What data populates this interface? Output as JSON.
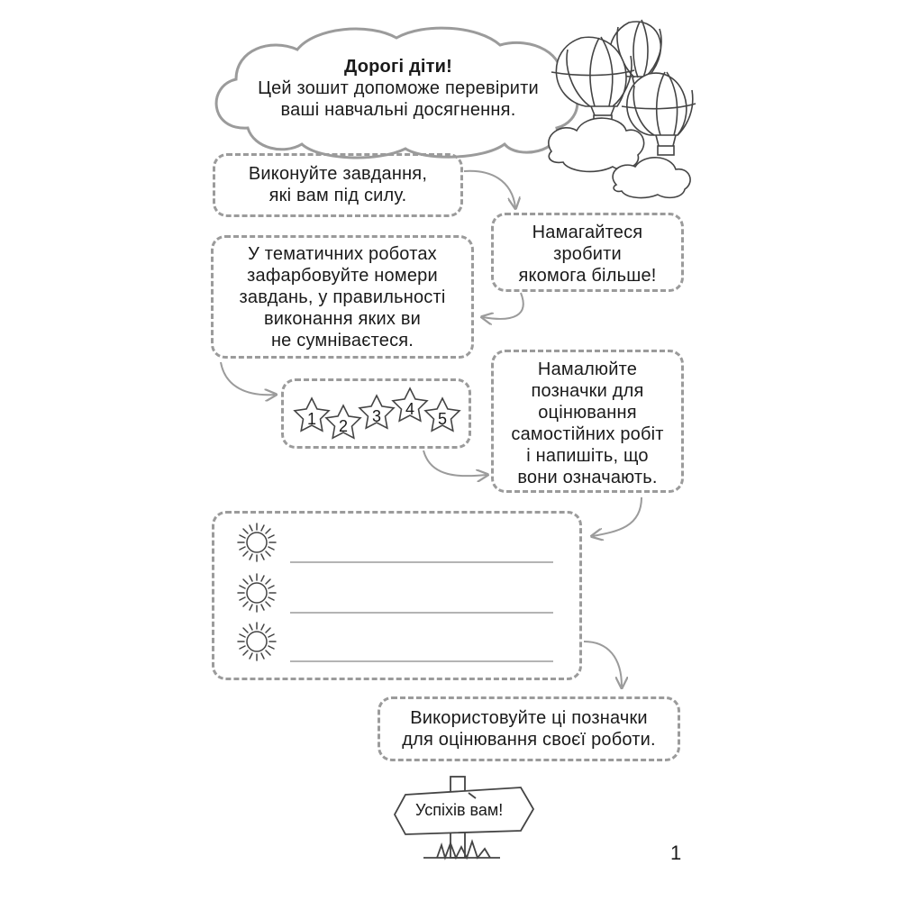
{
  "cloud": {
    "title": "Дорогі діти!",
    "lines": [
      "Цей зошит допоможе перевірити",
      "ваші навчальні досягнення."
    ]
  },
  "box1": {
    "lines": [
      "Виконуйте завдання,",
      "які вам під силу."
    ]
  },
  "box2": {
    "lines": [
      "Намагайтеся",
      "зробити",
      "якомога більше!"
    ]
  },
  "box3": {
    "lines": [
      "У тематичних роботах",
      "зафарбовуйте номери",
      "завдань, у правильності",
      "виконання яких ви",
      "не сумніваєтеся."
    ]
  },
  "stars": [
    "1",
    "2",
    "3",
    "4",
    "5"
  ],
  "box4": {
    "lines": [
      "Намалюйте",
      "позначки для",
      "оцінювання",
      "самостійних робіт",
      "і напишіть, що",
      "вони означають."
    ]
  },
  "box6": {
    "lines": [
      "Використовуйте ці позначки",
      "для оцінювання своєї роботи."
    ]
  },
  "sign": {
    "text": "Успіхів вам!"
  },
  "page_number": "1"
}
